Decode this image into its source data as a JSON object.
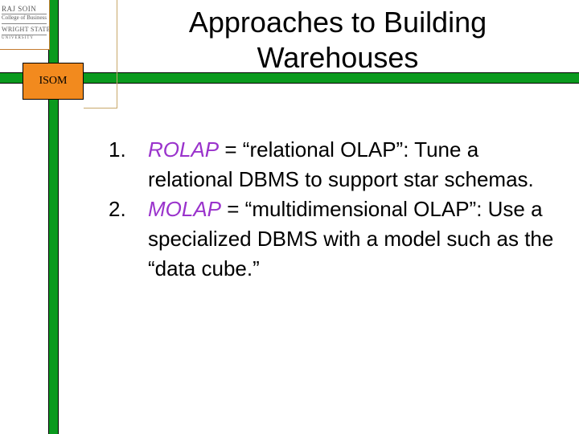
{
  "slide": {
    "title": "Approaches to Building Warehouses",
    "badge": "ISOM",
    "logo": {
      "line1": "RAJ SOIN",
      "line2": "College of Business",
      "line3": "WRIGHT STATE",
      "line4": "UNIVERSITY"
    },
    "items": [
      {
        "number": "1.",
        "term": "ROLAP",
        "text": " = “relational OLAP”: Tune a relational DBMS to support star schemas."
      },
      {
        "number": "2.",
        "term": "MOLAP",
        "text": " = “multidimensional OLAP”: Use a specialized DBMS with a model such as the “data cube.”"
      }
    ]
  },
  "colors": {
    "frame_green": "#0a9a1e",
    "badge_orange": "#f28a1e",
    "term_purple": "#9a33cc"
  }
}
